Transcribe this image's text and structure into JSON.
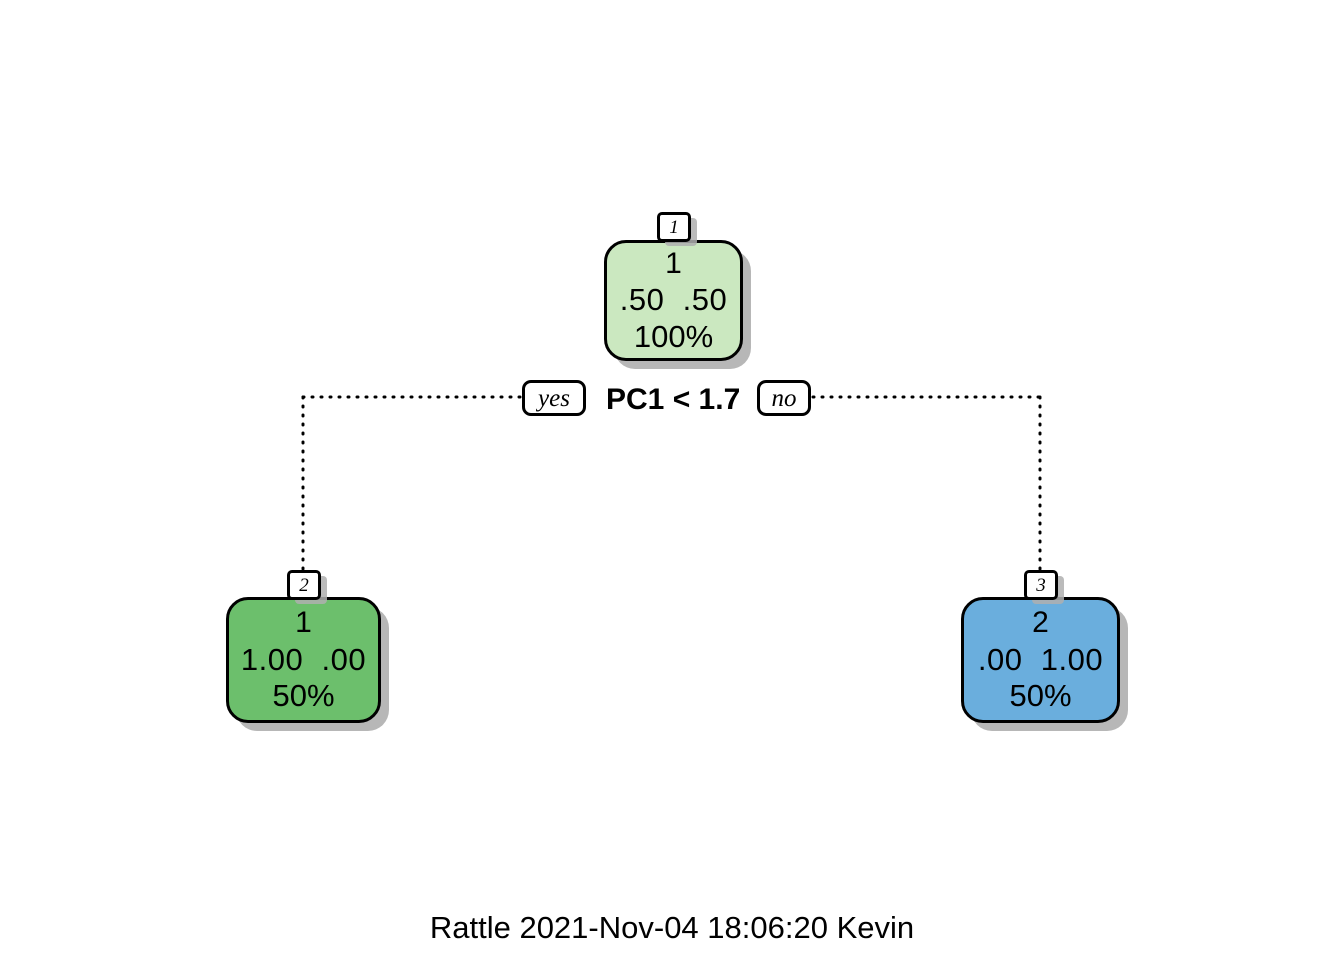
{
  "chart_data": {
    "type": "diagram",
    "diagram_type": "decision-tree",
    "title": "",
    "split": {
      "label": "PC1 < 1.7",
      "variable": "PC1",
      "operator": "<",
      "threshold": 1.7,
      "yes_label": "yes",
      "no_label": "no"
    },
    "nodes": [
      {
        "id": "1",
        "role": "root",
        "predicted_class": "1",
        "probabilities": ".50  .50",
        "prob_values": [
          0.5,
          0.5
        ],
        "percent": "100%",
        "percent_value": 100,
        "fill": "#cbe8c0"
      },
      {
        "id": "2",
        "role": "leaf-yes",
        "predicted_class": "1",
        "probabilities": "1.00  .00",
        "prob_values": [
          1.0,
          0.0
        ],
        "percent": "50%",
        "percent_value": 50,
        "fill": "#6cbf6c"
      },
      {
        "id": "3",
        "role": "leaf-no",
        "predicted_class": "2",
        "probabilities": ".00  1.00",
        "prob_values": [
          0.0,
          1.0
        ],
        "percent": "50%",
        "percent_value": 50,
        "fill": "#6aaedd"
      }
    ],
    "colors": {
      "root_fill": "#cbe8c0",
      "leaf_yes_fill": "#6cbf6c",
      "leaf_no_fill": "#6aaedd",
      "border": "#000000",
      "shadow": "#aaaaaa",
      "background": "#ffffff",
      "connector": "#000000"
    },
    "connector_style": "dotted"
  },
  "footer": {
    "caption": "Rattle 2021-Nov-04 18:06:20 Kevin"
  }
}
